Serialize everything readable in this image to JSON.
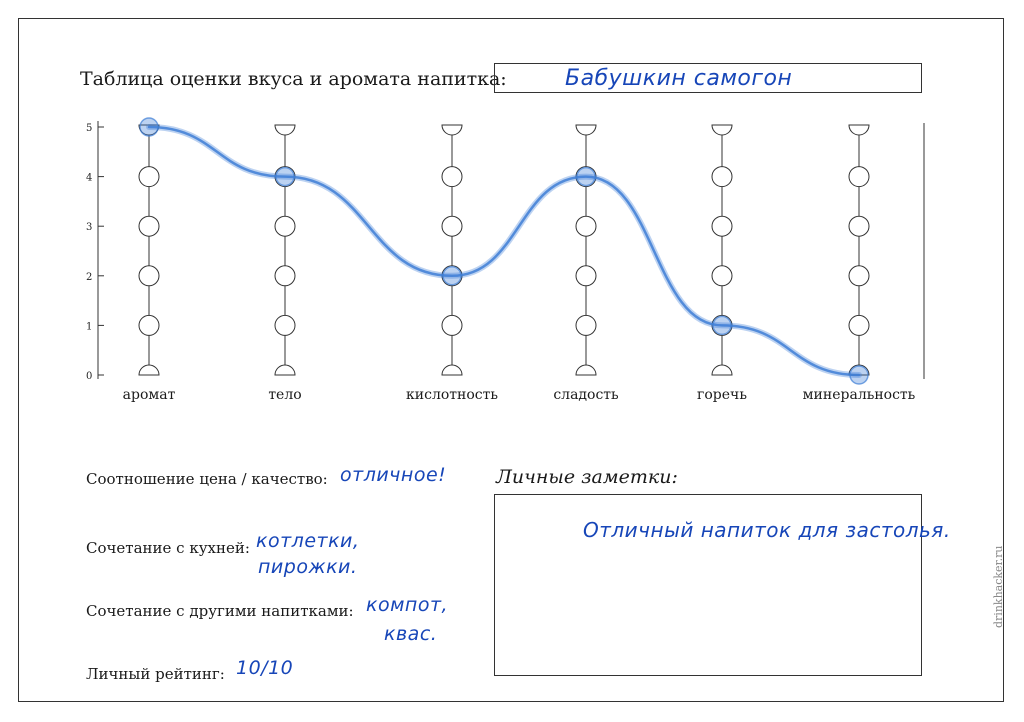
{
  "sheet": {
    "title_label": "Таблица оценки вкуса и аромата напитка:",
    "drink_name": "Бабушкин самогон"
  },
  "chart_data": {
    "type": "line",
    "categories": [
      "аромат",
      "тело",
      "кислотность",
      "сладость",
      "горечь",
      "минеральность"
    ],
    "y_ticks": [
      "0",
      "1",
      "2",
      "3",
      "4",
      "5"
    ],
    "ylim": [
      0,
      5
    ],
    "series": [
      {
        "values": [
          5,
          4,
          2,
          4,
          1,
          0
        ]
      }
    ],
    "line_color": "#3f7fd6"
  },
  "fields": {
    "price_quality_label": "Соотношение цена / качество:",
    "price_quality_value": "отличное!",
    "cuisine_label": "Сочетание с кухней:",
    "cuisine_value_1": "котлетки,",
    "cuisine_value_2": "пирожки.",
    "drinks_label": "Сочетание с другими напитками:",
    "drinks_value_1": "компот,",
    "drinks_value_2": "квас.",
    "rating_label": "Личный рейтинг:",
    "rating_value": "10/10"
  },
  "notes": {
    "title": "Личные заметки:",
    "text": "Отличный напиток для застолья."
  },
  "watermark": "drinkhacker.ru"
}
